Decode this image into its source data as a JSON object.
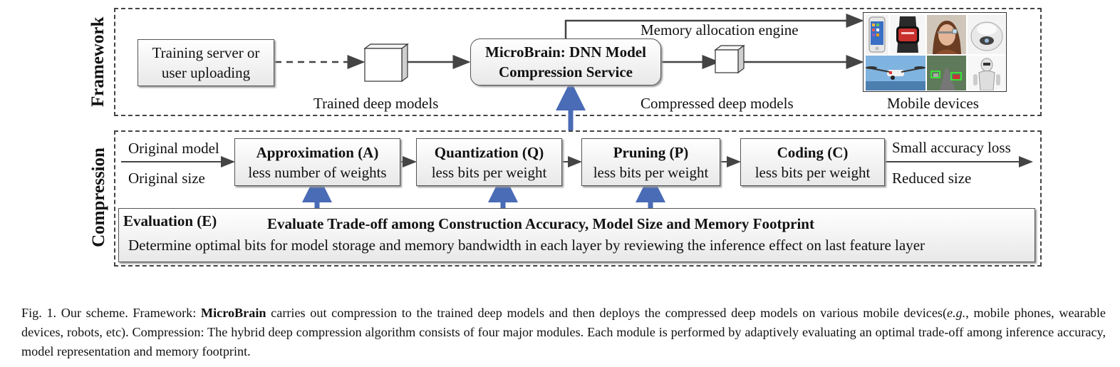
{
  "section_labels": {
    "framework": "Framework",
    "compression": "Compression"
  },
  "framework": {
    "source_box": [
      "Training server or",
      "user uploading"
    ],
    "trained_models_label": "Trained deep models",
    "service_box": [
      "MicroBrain: DNN Model",
      "Compression Service"
    ],
    "memory_engine_label": "Memory allocation engine",
    "compressed_models_label": "Compressed deep models",
    "mobile_devices_label": "Mobile devices"
  },
  "compression": {
    "input_top": "Original model",
    "input_bottom": "Original size",
    "modules": [
      {
        "title": "Approximation (A)",
        "desc": "less number of weights"
      },
      {
        "title": "Quantization (Q)",
        "desc": "less bits per weight"
      },
      {
        "title": "Pruning (P)",
        "desc": "less bits per weight"
      },
      {
        "title": "Coding (C)",
        "desc": "less bits per weight"
      }
    ],
    "output_top": "Small accuracy loss",
    "output_bottom": "Reduced size",
    "evaluation": {
      "title": "Evaluation (E)",
      "headline": "Evaluate Trade-off among Construction Accuracy, Model Size and Memory Footprint",
      "desc": "Determine optimal bits for model storage and memory bandwidth in each layer by reviewing the inference effect on last feature layer"
    }
  },
  "caption": {
    "prefix": "Fig. 1.  Our scheme. Framework: ",
    "bold": "MicroBrain",
    "middle": " carries out compression to the trained deep models and then deploys the compressed deep models on various mobile devices(",
    "italic": "e.g.",
    "suffix": ", mobile phones, wearable devices, robots, etc). Compression: The hybrid deep compression algorithm consists of four major modules. Each module is performed by adaptively evaluating an optimal trade-off among inference accuracy, model representation and memory footprint."
  },
  "colors": {
    "accent_arrow": "#4a6bb5",
    "line": "#444444"
  }
}
